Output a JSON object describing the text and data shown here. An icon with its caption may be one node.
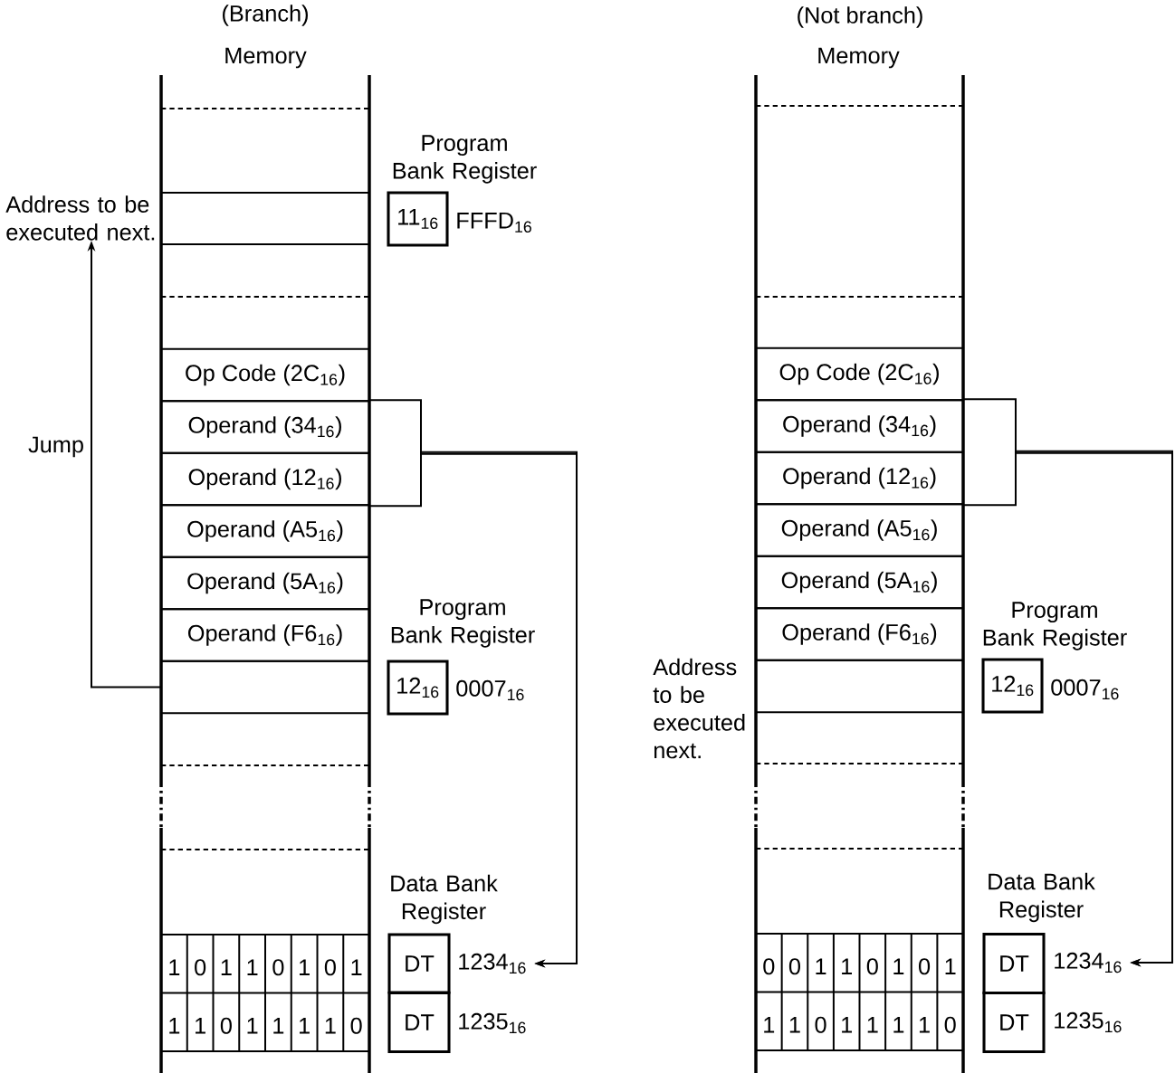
{
  "diagram": {
    "nodes": [
      {
        "text": [
          "Address to be executed next."
        ]
      },
      {
        "text": [
          "Op Code (2C$_{16}$)"
        ]
      },
      {
        "text": [
          "Operand (34$_{16}$)"
        ]
      },
      {
        "text": [
          "Operand (12$_{16}$)"
        ]
      },
      {
        "text": [
          "Operand (A5$_{16}$)"
        ]
      },
      {
        "text": [
          "Operand (5A$_{16}$)"
        ]
      },
      {
        "text": [
          "Operand (F6$_{16}$)"
        ]
      },
      {
        "text": [],
        "shape": "box"
      },
      {
        "text": [
          "Program Bank Register",
          "11$_{16}$"
        ],
        "beside": [
          "FFFD$_{16}$"
        ]
      },
      {
        "text": [
          "Program Bank Register",
          "12$_{16}$"
        ],
        "beside": [
          "0007$_{16}$"
        ]
      },
      {
        "text": [
          "Data Bank Register",
          "DT"
        ]
      },
      {
        "text": [
          "1234$_{16}$"
        ]
      },
      {
        "text": [
          "DT"
        ],
        "beside": [
          "1235$_{16}$"
        ]
      },
      {
        "text": [
          "Op Code (2C$_{16}$)"
        ]
      },
      {
        "text": [
          "Operand (34$_{16}$)"
        ]
      },
      {
        "text": [
          "Operand (12$_{16}$)"
        ]
      },
      {
        "text": [
          "Operand (A5$_{16}$)"
        ]
      },
      {
        "text": [
          "Operand (5A$_{16}$)"
        ]
      },
      {
        "text": [
          "Operand (F6$_{16}$)"
        ]
      },
      {
        "text": [],
        "shape": "box",
        "beside": [
          "Address to be executed next."
        ]
      },
      {
        "text": [
          "Program Bank Register",
          "12$_{16}$"
        ],
        "beside": [
          "0007$_{16}$"
        ]
      },
      {
        "text": [
          "Data Bank Register",
          "DT"
        ]
      },
      {
        "text": [
          "1234$_{16}$"
        ]
      },
      {
        "text": [
          "DT"
        ],
        "beside": [
          "1235$_{16}$"
        ]
      }
    ],
    "edges": [
      {
        "from": 7,
        "to": 0,
        "arrow": "to",
        "label": "Jump"
      },
      {
        "from": 2,
        "to": 11,
        "arrow": "to"
      },
      {
        "from": 3,
        "to": 11,
        "arrow": "to"
      },
      {
        "from": 14,
        "to": 22,
        "arrow": "to"
      },
      {
        "from": 15,
        "to": 22,
        "arrow": "to"
      }
    ],
    "labels": [
      "(Branch)",
      "Memory",
      "(Not branch)",
      "Memory",
      "1",
      "0",
      "1",
      "1",
      "0",
      "1",
      "0",
      "1",
      "1",
      "1",
      "0",
      "1",
      "1",
      "1",
      "1",
      "0",
      "0",
      "0",
      "1",
      "1",
      "0",
      "1",
      "0",
      "1",
      "1",
      "1",
      "0",
      "1",
      "1",
      "1",
      "1",
      "0"
    ]
  }
}
